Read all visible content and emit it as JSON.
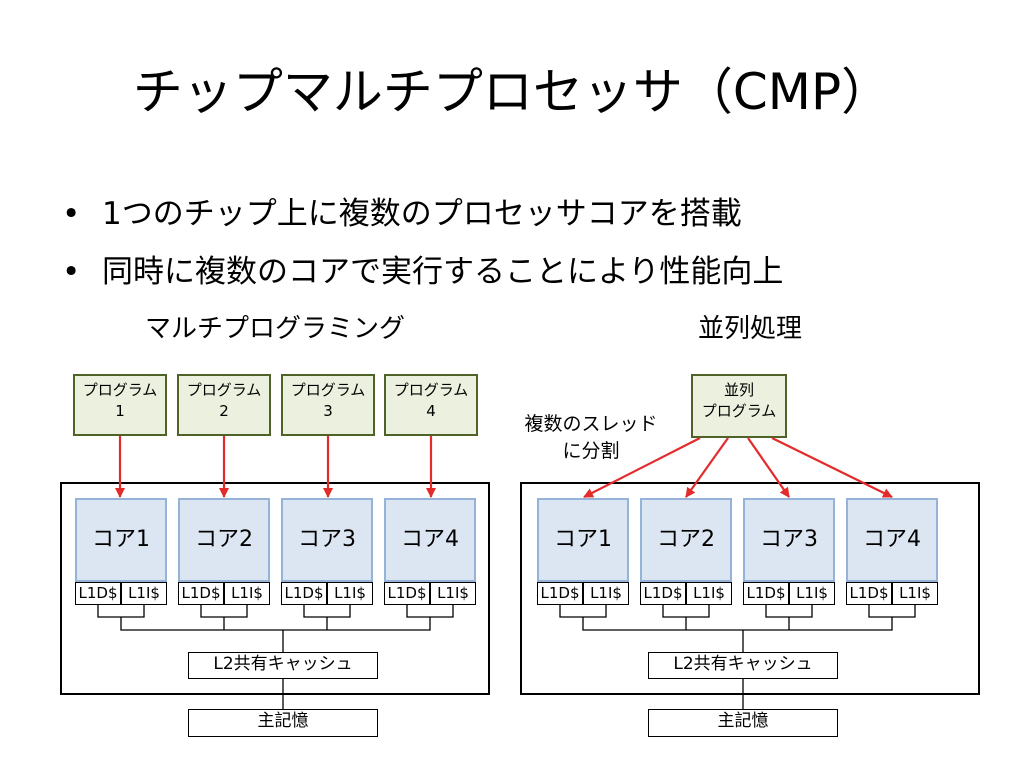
{
  "title": "チップマルチプロセッサ（CMP）",
  "bullet_marker": "•",
  "bullets": [
    "1つのチップ上に複数のプロセッサコアを搭載",
    "同時に複数のコアで実行することにより性能向上"
  ],
  "left_diagram": {
    "heading": "マルチプログラミング",
    "programs": [
      {
        "line1": "プログラム",
        "line2": "1"
      },
      {
        "line1": "プログラム",
        "line2": "2"
      },
      {
        "line1": "プログラム",
        "line2": "3"
      },
      {
        "line1": "プログラム",
        "line2": "4"
      }
    ],
    "cores": [
      {
        "label": "コア1",
        "dcache": "L1D$",
        "icache": "L1I$"
      },
      {
        "label": "コア2",
        "dcache": "L1D$",
        "icache": "L1I$"
      },
      {
        "label": "コア3",
        "dcache": "L1D$",
        "icache": "L1I$"
      },
      {
        "label": "コア4",
        "dcache": "L1D$",
        "icache": "L1I$"
      }
    ],
    "l2": "L2共有キャッシュ",
    "memory": "主記憶"
  },
  "right_diagram": {
    "heading": "並列処理",
    "program": {
      "line1": "並列",
      "line2": "プログラム"
    },
    "note": {
      "line1": "複数のスレッド",
      "line2": "に分割"
    },
    "cores": [
      {
        "label": "コア1",
        "dcache": "L1D$",
        "icache": "L1I$"
      },
      {
        "label": "コア2",
        "dcache": "L1D$",
        "icache": "L1I$"
      },
      {
        "label": "コア3",
        "dcache": "L1D$",
        "icache": "L1I$"
      },
      {
        "label": "コア4",
        "dcache": "L1D$",
        "icache": "L1I$"
      }
    ],
    "l2": "L2共有キャッシュ",
    "memory": "主記憶"
  },
  "colors": {
    "arrow": "#e32b2b",
    "program_fill": "#ebf1de",
    "program_border": "#4f6228",
    "core_fill": "#dce6f2",
    "core_border": "#95b3d7"
  }
}
